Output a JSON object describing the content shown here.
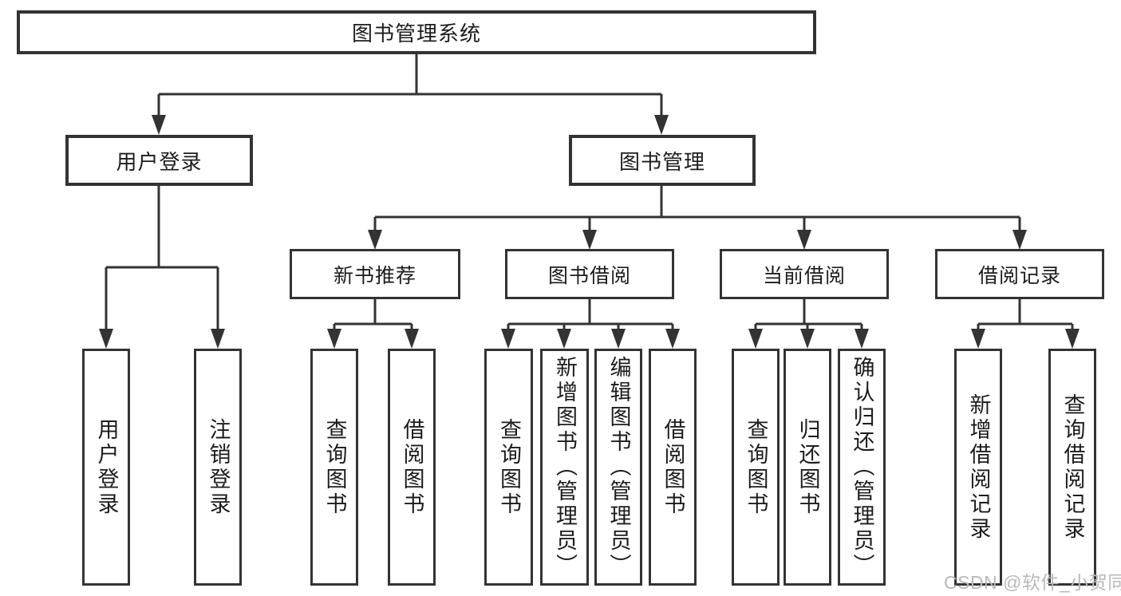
{
  "tree": {
    "label": "图书管理系统",
    "children": [
      {
        "label": "用户登录",
        "children": [
          {
            "label": "用户登录"
          },
          {
            "label": "注销登录"
          }
        ]
      },
      {
        "label": "图书管理",
        "children": [
          {
            "label": "新书推荐",
            "children": [
              {
                "label": "查询图书"
              },
              {
                "label": "借阅图书"
              }
            ]
          },
          {
            "label": "图书借阅",
            "children": [
              {
                "label": "查询图书"
              },
              {
                "label": "新增图书（管理员）"
              },
              {
                "label": "编辑图书（管理员）"
              },
              {
                "label": "借阅图书"
              }
            ]
          },
          {
            "label": "当前借阅",
            "children": [
              {
                "label": "查询图书"
              },
              {
                "label": "归还图书"
              },
              {
                "label": "确认归还（管理员）"
              }
            ]
          },
          {
            "label": "借阅记录",
            "children": [
              {
                "label": "新增借阅记录"
              },
              {
                "label": "查询借阅记录"
              }
            ]
          }
        ]
      }
    ]
  },
  "watermark": {
    "text": "CSDN @软件_小贺同学"
  },
  "colors": {
    "line": "#333333",
    "text": "#1c1c1c",
    "watermark": "#b9b9b9",
    "background": "#ffffff"
  }
}
